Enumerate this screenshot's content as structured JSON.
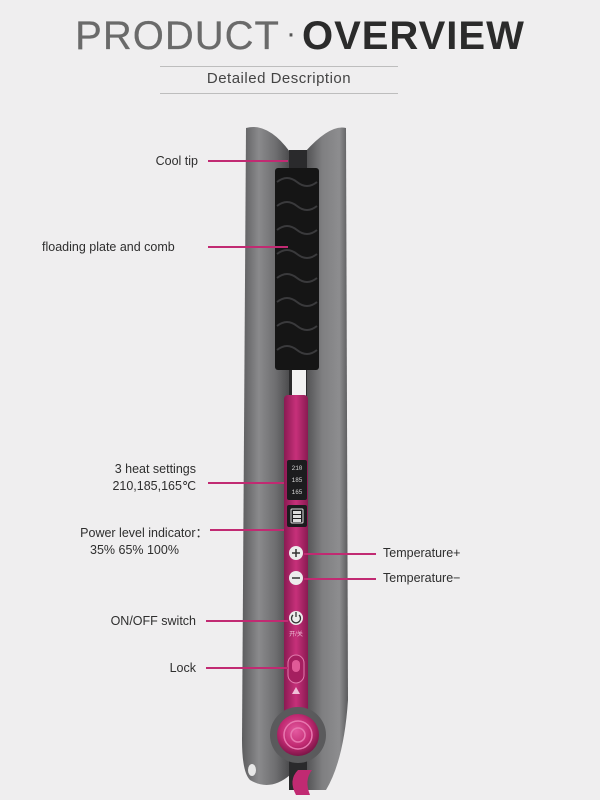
{
  "header": {
    "title_light": "PRODUCT",
    "title_separator": "·",
    "title_bold": "OVERVIEW",
    "subtitle": "Detailed Description"
  },
  "colors": {
    "background": "#efeeef",
    "accent": "#c12a72",
    "body": "#7a7a7c"
  },
  "device": {
    "display_readings": [
      "210",
      "185",
      "165"
    ],
    "switch_caption": "开/关"
  },
  "callouts": [
    {
      "id": "cool-tip",
      "lines": [
        "Cool tip"
      ]
    },
    {
      "id": "floading-plate",
      "lines": [
        "floading plate and comb"
      ]
    },
    {
      "id": "heat-settings",
      "lines": [
        "3 heat settings",
        "210,185,165℃"
      ]
    },
    {
      "id": "power-indicator",
      "lines": [
        "Power level indicator：",
        "35% 65% 100%"
      ]
    },
    {
      "id": "temperature-plus",
      "lines": [
        "Temperature+"
      ]
    },
    {
      "id": "temperature-minus",
      "lines": [
        "Temperature−"
      ]
    },
    {
      "id": "onoff-switch",
      "lines": [
        "ON/OFF switch"
      ]
    },
    {
      "id": "lock",
      "lines": [
        "Lock"
      ]
    }
  ]
}
